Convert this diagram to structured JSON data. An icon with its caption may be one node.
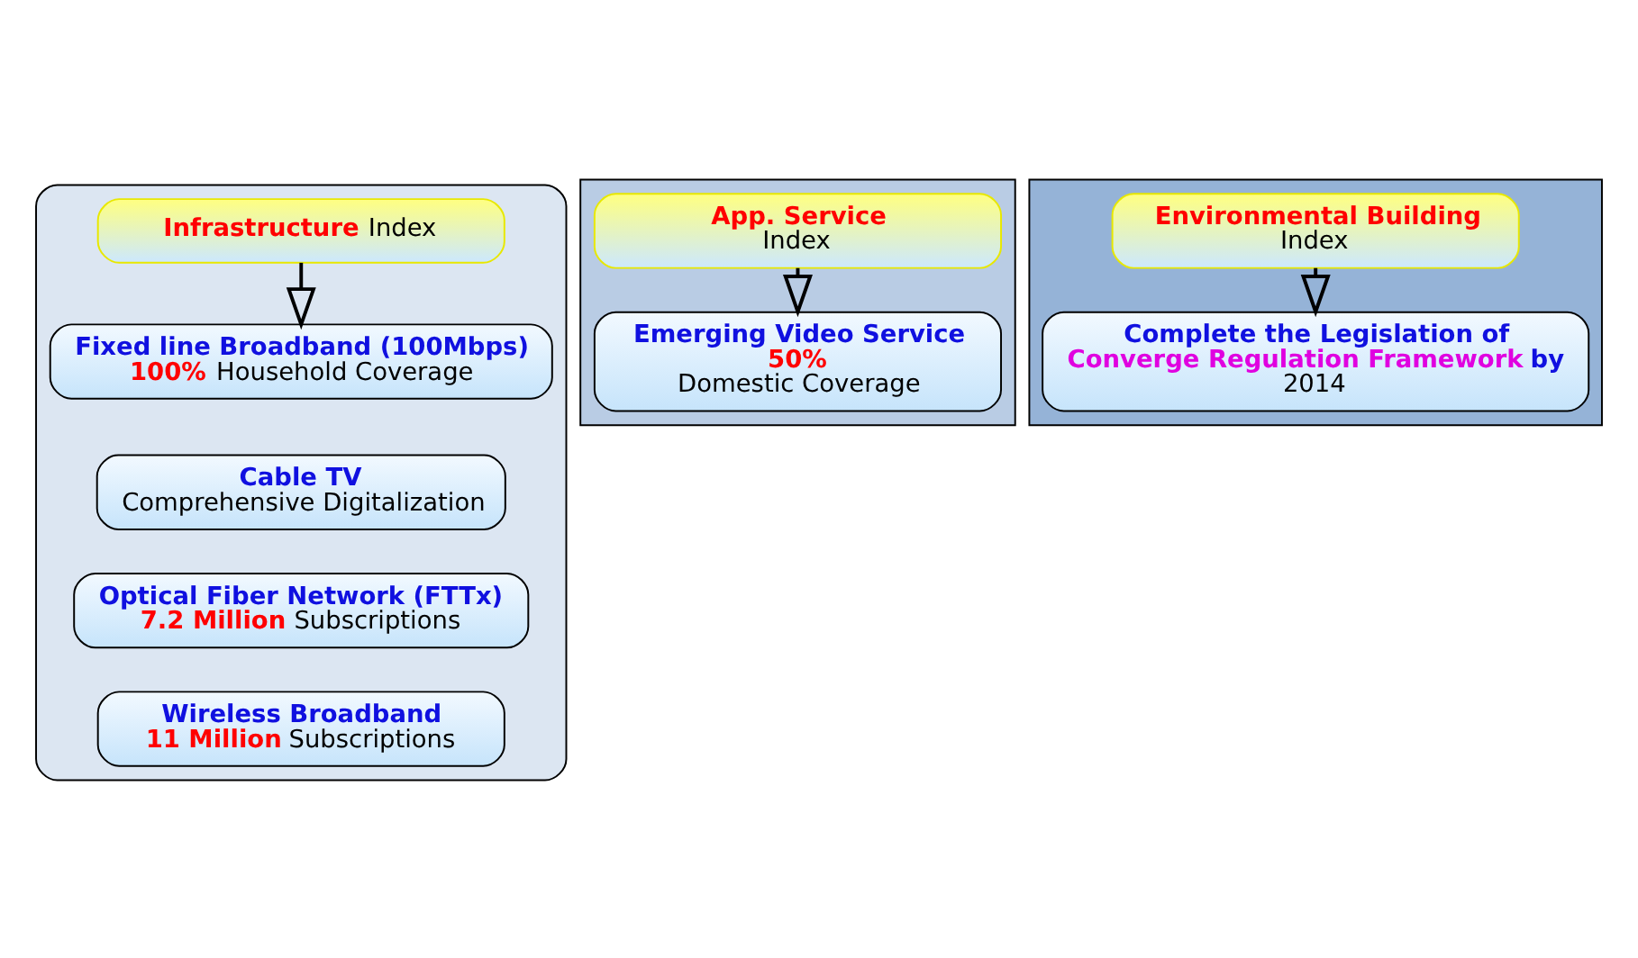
{
  "diagram": {
    "nodes": [
      {
        "text": [],
        "shape": "box"
      },
      {
        "text": [
          "Infrastructure",
          "Index"
        ],
        "in": 0
      },
      {
        "text": [
          "Fixed line Broadband (100Mbps)",
          "100%",
          "Household Coverage"
        ],
        "in": 0
      },
      {
        "text": [
          "Cable TV",
          "Comprehensive Digitalization"
        ],
        "in": 0
      },
      {
        "text": [
          "Optical Fiber Network (FTTx)",
          "7.2 Million",
          "Subscriptions"
        ],
        "in": 0
      },
      {
        "text": [
          "Wireless Broadband",
          "11 Million",
          "Subscriptions"
        ],
        "in": 0
      },
      {
        "text": [],
        "shape": "box"
      },
      {
        "text": [
          "App. Service",
          "Index"
        ],
        "in": 6
      },
      {
        "text": [
          "Emerging Video Service",
          "50%",
          "Domestic Coverage"
        ],
        "in": 6
      },
      {
        "text": [],
        "shape": "box"
      },
      {
        "text": [
          "Environmental Building",
          "Index"
        ],
        "in": 9
      },
      {
        "text": [
          "Complete the Legislation of",
          "Converge Regulation Framework",
          "by",
          "2014"
        ],
        "in": 9
      }
    ],
    "edges": [
      {
        "from": 1,
        "to": 2,
        "arrow": "to"
      },
      {
        "from": 7,
        "to": 8,
        "arrow": "to"
      },
      {
        "from": 10,
        "to": 11,
        "arrow": "to"
      }
    ]
  }
}
